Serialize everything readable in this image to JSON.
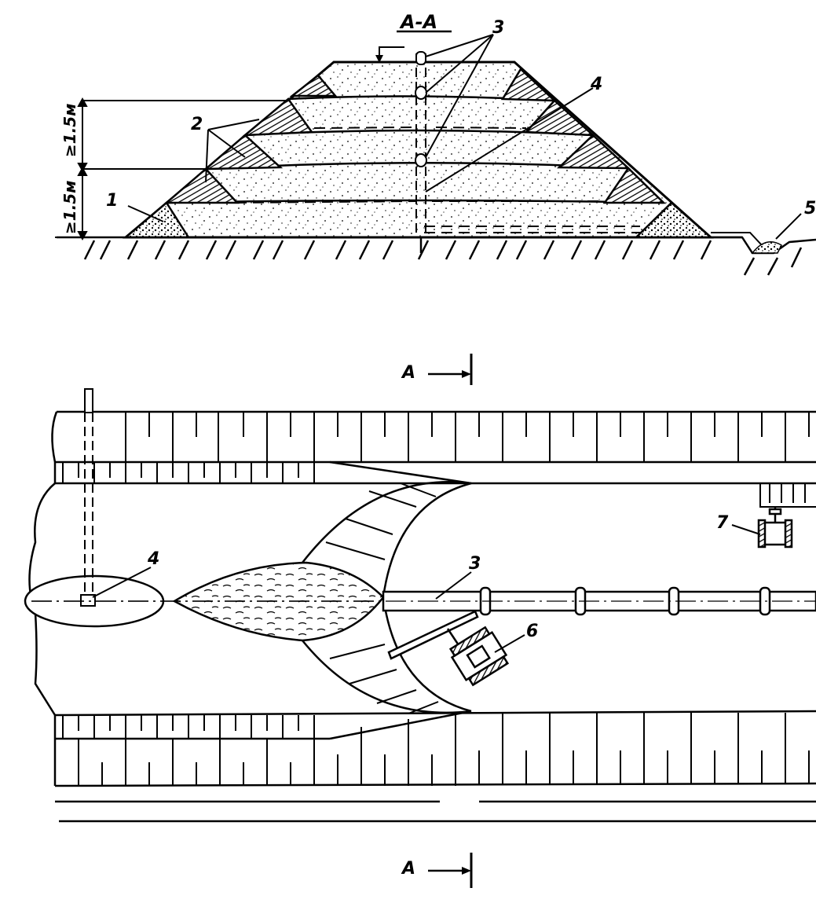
{
  "section": {
    "title": "A-A",
    "dim_lower": "≥1.5м",
    "dim_upper": "≥1.5м",
    "callouts": {
      "c1": "1",
      "c2": "2",
      "c3": "3",
      "c4": "4",
      "c5": "5"
    }
  },
  "plan": {
    "cut_top": "A",
    "cut_bottom": "A",
    "callouts": {
      "c3": "3",
      "c4": "4",
      "c6": "6",
      "c7": "7"
    }
  }
}
